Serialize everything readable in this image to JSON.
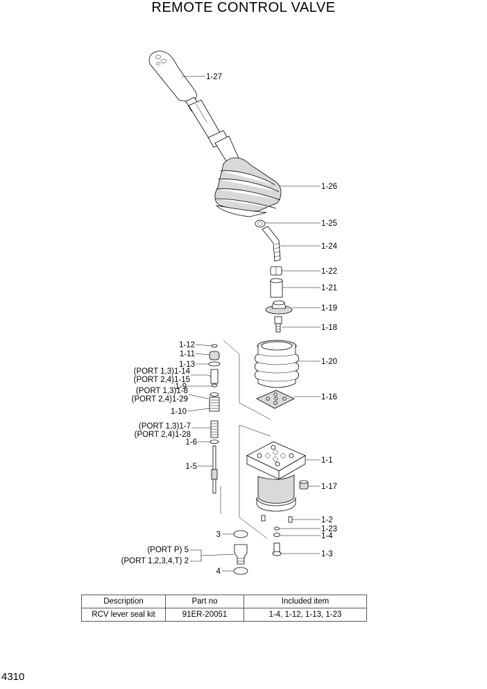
{
  "title": "REMOTE CONTROL VALVE",
  "page_number": "4310",
  "callouts": {
    "c1_27": "1-27",
    "c1_26": "1-26",
    "c1_25": "1-25",
    "c1_24": "1-24",
    "c1_22": "1-22",
    "c1_21": "1-21",
    "c1_19": "1-19",
    "c1_18": "1-18",
    "c1_20": "1-20",
    "c1_16": "1-16",
    "c1_1": "1-1",
    "c1_17": "1-17",
    "c1_2": "1-2",
    "c1_23": "1-23",
    "c1_4": "1-4",
    "c1_3": "1-3",
    "c1_12": "1-12",
    "c1_11": "1-11",
    "c1_13": "1-13",
    "c1_14": "(PORT 1,3)1-14",
    "c1_15": "(PORT 2,4)1-15",
    "c1_9": "1-9",
    "c1_8": "(PORT 1,3)1-8",
    "c1_29": "(PORT 2,4)1-29",
    "c1_10": "1-10",
    "c1_7": "(PORT 1,3)1-7",
    "c1_28": "(PORT 2,4)1-28",
    "c1_6": "1-6",
    "c1_5": "1-5",
    "c3": "3",
    "c5": "(PORT P) 5",
    "c2": "(PORT 1,2,3,4,T) 2",
    "c4": "4"
  },
  "table": {
    "headers": [
      "Description",
      "Part no",
      "Included item"
    ],
    "rows": [
      [
        "RCV lever seal kit",
        "91ER-20051",
        "1-4, 1-12, 1-13, 1-23"
      ]
    ]
  }
}
